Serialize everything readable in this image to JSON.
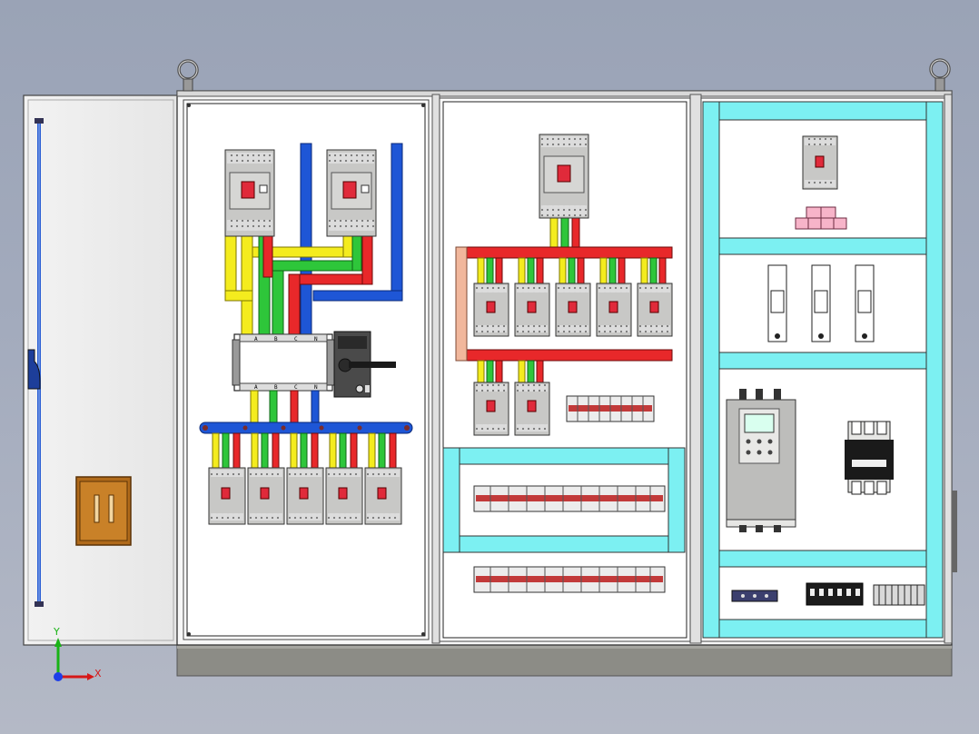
{
  "scene": {
    "colors": {
      "phase_a": "#f4ec1e",
      "phase_b": "#2ec63a",
      "phase_c": "#e8282a",
      "neutral": "#1e56d6",
      "cabinet_white": "#fbfbfb",
      "rail_cyan": "#7cf0f2",
      "breaker_grey": "#c8c8c6",
      "door_handle": "#b06a1a",
      "floor_base": "#8c8c86"
    },
    "switch": {
      "phase_labels": [
        "A",
        "B",
        "C",
        "N"
      ]
    },
    "axes": {
      "x_label": "X",
      "y_label": "Y"
    }
  }
}
